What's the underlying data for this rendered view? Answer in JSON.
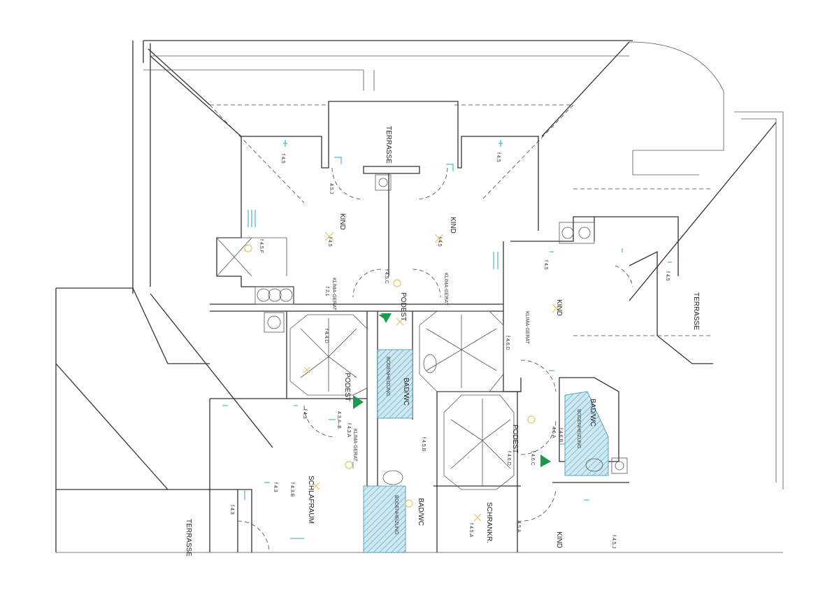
{
  "rooms": {
    "terrasse_top": "TERRASSE",
    "kind_left": "KIND",
    "kind_center": "KIND",
    "kind_right": "KIND",
    "terrasse_right": "TERRASSE",
    "podest_top": "PODEST",
    "podest_left": "PODEST",
    "bad_wc_center": "BAD/WC",
    "bad_wc_right": "BAD/WC",
    "podest_right": "PODEST",
    "schlafraum": "SCHLAFRAUM",
    "bad_wc_bottom": "BAD/WC",
    "schrankr": "SCHRANKR.",
    "kind_bottom": "KIND",
    "terrasse_bottom": "TERRASSE"
  },
  "annotations": {
    "klima_1": "KLIMA-GERAT",
    "klima_2": "KLIMA-GERAT",
    "klima_3": "KLIMA-GERAT",
    "klima_4": "KLIMA-GERAT",
    "f21": "f 2.1",
    "f45": "f 4.5",
    "f45c": "f 4.5.C",
    "f45j": "4.5.J",
    "f45f": "f 4.5.F",
    "f44d": "f 4.4.D",
    "f43": "f 4.3",
    "f43a": "f 4.3.A",
    "f43ab": "4.3.A–B",
    "f43b": "f 4.3.B",
    "f45b": "f 4.5.B",
    "f46d": "f 4.6.D",
    "f46c": "f 4.6.C",
    "f46a": "4.6.A",
    "f46b": "f 4.6.B",
    "f45a": "f 4.5.A",
    "f45ad": "4.5.A",
    "f45jb": "f 4.5.J",
    "bodenheizung": "BODENHEIZUNG"
  },
  "colors": {
    "walls": "#333333",
    "electrical": "#2aa6c9",
    "lighting": "#e0c56a",
    "wet_area_hatch": "#bfe3ee",
    "marker": "#1a9a4a"
  }
}
